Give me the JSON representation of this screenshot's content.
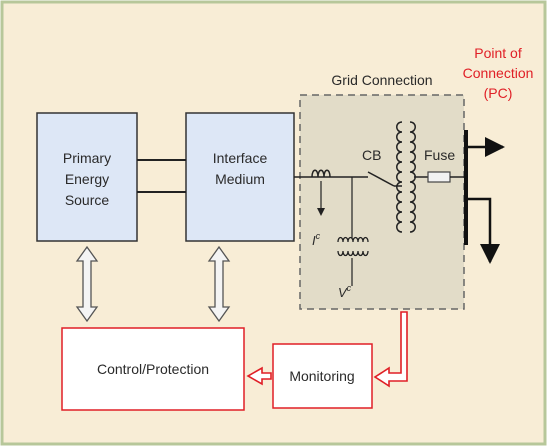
{
  "blocks": {
    "primary_source": [
      "Primary",
      "Energy",
      "Source"
    ],
    "interface_medium": [
      "Interface",
      "Medium"
    ],
    "control_protection": "Control/Protection",
    "monitoring": "Monitoring"
  },
  "grid": {
    "title": "Grid Connection",
    "breaker": "CB",
    "fuse": "Fuse",
    "current_symbol": "I",
    "voltage_symbol": "V",
    "superscript": "c"
  },
  "pc": [
    "Point of",
    "Connection",
    "(PC)"
  ],
  "colors": {
    "background": "#f8edd6",
    "block_fill": "#dde7f6",
    "red": "#e01f26",
    "grid_fill": "#e2dcc8"
  }
}
